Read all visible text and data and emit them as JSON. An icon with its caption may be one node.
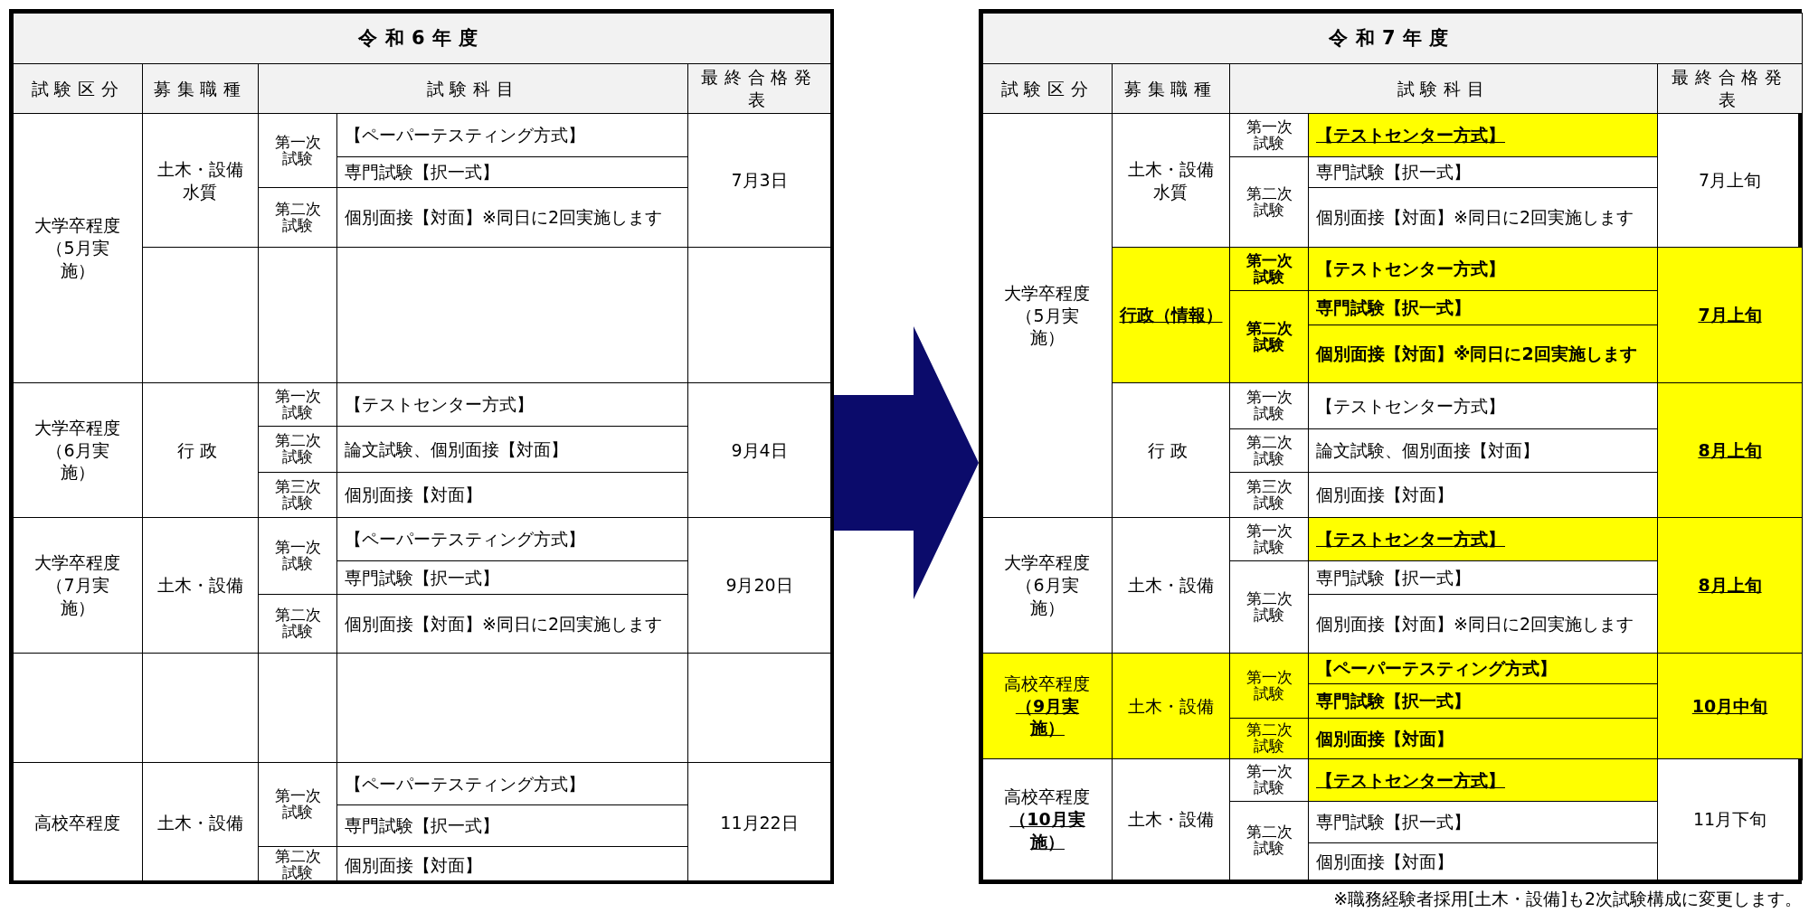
{
  "diagram": {
    "nodes": [
      {
        "text": [
          "令和6年度"
        ]
      },
      {
        "text": [
          "令和7年度"
        ],
        "beside": [
          "※職務経験者採用[土木・設備]も2次試験構成に変更します。"
        ]
      }
    ],
    "edges": [
      {
        "from": 0,
        "to": 1,
        "arrow": "to"
      }
    ],
    "labels": [
      "試験区分",
      "募集職種",
      "試験科目",
      "最終合格発表",
      "大学卒程度（5月実施）",
      "土木・設備水質",
      "第一次試験",
      "【ペーパーテスティング方式】",
      "7月3日",
      "専門試験【択一式】",
      "第二次試験",
      "個別面接【対面】※同日に2回実施します",
      "大学卒程度（6月実施）",
      "行政",
      "第一次試験",
      "【テストセンター方式】",
      "9月4日",
      "第二次試験",
      "論文試験、個別面接【対面】",
      "第三次試験",
      "個別面接【対面】",
      "大学卒程度（7月実施）",
      "土木・設備",
      "第一次試験",
      "【ペーパーテスティング方式】",
      "9月20日",
      "専門試験【択一式】",
      "第二次試験",
      "個別面接【対面】※同日に2回実施します",
      "高校卒程度",
      "土木・設備",
      "第一次試験",
      "【ペーパーテスティング方式】",
      "専門試験【択一式】",
      "11月22日",
      "第二次試験",
      "個別面接【対面】",
      "試験区分",
      "募集職種",
      "試験科目",
      "最終合格発表",
      "大学卒程度（5月実施）",
      "土木・設備水質",
      "第一次試験",
      "【テストセンター方式】",
      "7月上旬",
      "第二次試験",
      "専門試験【択一式】",
      "個別面接【対面】※同日に2回実施します",
      "行政（情報）",
      "第一次試験",
      "【テストセンター方式】",
      "7月上旬",
      "第二次試験",
      "専門試験【択一式】",
      "個別面接【対面】※同日に2回実施します",
      "行政",
      "第一次試験",
      "【テストセンター方式】",
      "8月上旬",
      "第二次試験",
      "論文試験、個別面接【対面】",
      "第三次試験",
      "個別面接【対面】",
      "大学卒程度（6月実施）",
      "土木・設備",
      "第一次試験",
      "【テストセンター方式】",
      "8月上旬",
      "第二次試験",
      "専門試験【択一式】",
      "個別面接【対面】※同日に2回実施します",
      "高校卒程度**（9月実施）**",
      "土木・設備",
      "第一次試験",
      "【ペーパーテスティング方式】",
      "専門試験【択一式】",
      "10月中旬",
      "第二次試験",
      "個別面接【対面】",
      "高校卒程度**（10月実施）**",
      "土木・設備",
      "第一次試験",
      "【テストセンター方式】",
      "11月下旬",
      "第二次試験",
      "専門試験【択一式】",
      "個別面接【対面】"
    ]
  }
}
